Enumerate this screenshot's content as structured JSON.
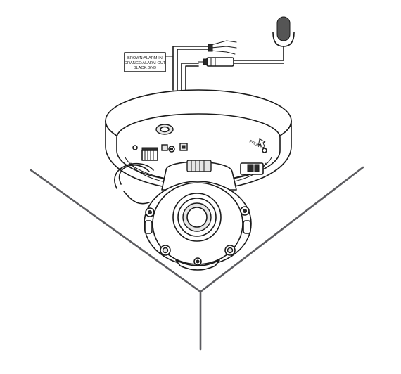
{
  "wire_labels": [
    "BROWN:ALARM-IN",
    "ORANGE:ALARM-OUT",
    "BLACK:GND"
  ],
  "front_label": "FRONT",
  "icons": {
    "microphone": "microphone-icon",
    "front_arrow": "arrow-up-icon"
  },
  "colors": {
    "line": "#1a1a1a",
    "corner": "#5b5b5f",
    "background": "#ffffff"
  }
}
